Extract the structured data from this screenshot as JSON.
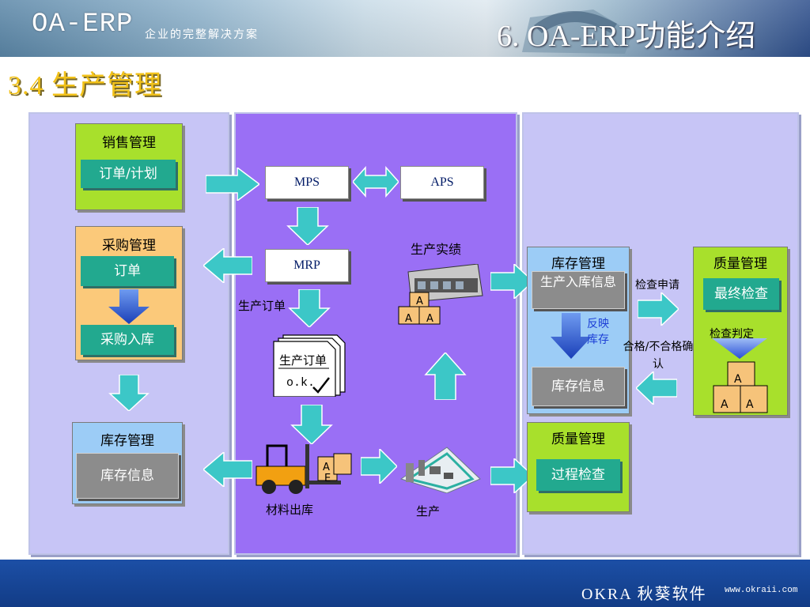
{
  "header": {
    "brand": "OA-ERP",
    "brand_subtitle": "企业的完整解决方案",
    "slide_title": "6. OA-ERP功能介绍"
  },
  "section_title": "3.4 生产管理",
  "left_panel": {
    "sales": {
      "title": "销售管理",
      "item": "订单/计划"
    },
    "purchase": {
      "title": "采购管理",
      "item_order": "订单",
      "item_inbound": "采购入库"
    },
    "inventory": {
      "title": "库存管理",
      "item": "库存信息"
    }
  },
  "middle_panel": {
    "mps": "MPS",
    "aps": "APS",
    "mrp": "MRP",
    "production_order_label": "生产订单",
    "doc_title": "生产订单",
    "doc_ok": "o.k.",
    "production_result": "生产实绩",
    "material_issue": "材料出库",
    "production": "生产",
    "crate_letters": [
      "A",
      "A",
      "A",
      "A",
      "E"
    ]
  },
  "right_panel": {
    "inventory": {
      "title": "库存管理",
      "item_inbound": "生产入库信息",
      "item_info": "库存信息",
      "reflect": "反映库存"
    },
    "quality_top": {
      "title": "质量管理",
      "item": "最终检查",
      "judge": "检查判定",
      "box_letters": [
        "A",
        "A",
        "A"
      ]
    },
    "quality_bottom": {
      "title": "质量管理",
      "item": "过程检查"
    },
    "inspect_request": "检查申请",
    "pass_fail": "合格/不合格确认"
  },
  "footer": {
    "brand": "OKRA 秋葵软件",
    "url": "www.okraii.com"
  },
  "colors": {
    "footer_blue": "#1c4fa6",
    "section_title_gold": "#f2c21a",
    "teal": "#22a98f",
    "middle_panel": "#9a6ff5",
    "side_panel": "#c7c5f6",
    "arrow_cyan": "#3cc7c7",
    "arrow_blue": "#2a4fd6"
  }
}
